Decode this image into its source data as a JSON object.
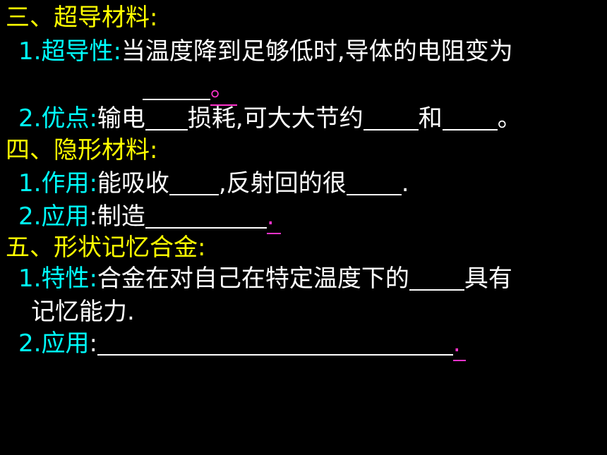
{
  "s3": {
    "heading": "三、超导材料:",
    "p1_label": "1.超导性:",
    "p1_text": "当温度降到足够低时,导体的电阻变为",
    "p1_end": "。",
    "p2_label": "2.优点:",
    "p2_a": "输电",
    "p2_b": "损耗,可大大节约",
    "p2_c": "和",
    "p2_end": "。"
  },
  "s4": {
    "heading": "四、隐形材料:",
    "p1_label": "1.作用:",
    "p1_a": "能吸收",
    "p1_b": ",反射回的很",
    "p1_end": ".",
    "p2_label": "2.应用",
    "p2_colon": ":",
    "p2_a": "制造",
    "p2_end": "."
  },
  "s5": {
    "heading": "五、形状记忆合金:",
    "p1_label": "1.特性:",
    "p1_a": "合金在对自己在特定温度下的",
    "p1_b": "具有",
    "p1_cont": "记忆能力.",
    "p2_label": "2.应用",
    "p2_colon": ":",
    "p2_end": "."
  }
}
